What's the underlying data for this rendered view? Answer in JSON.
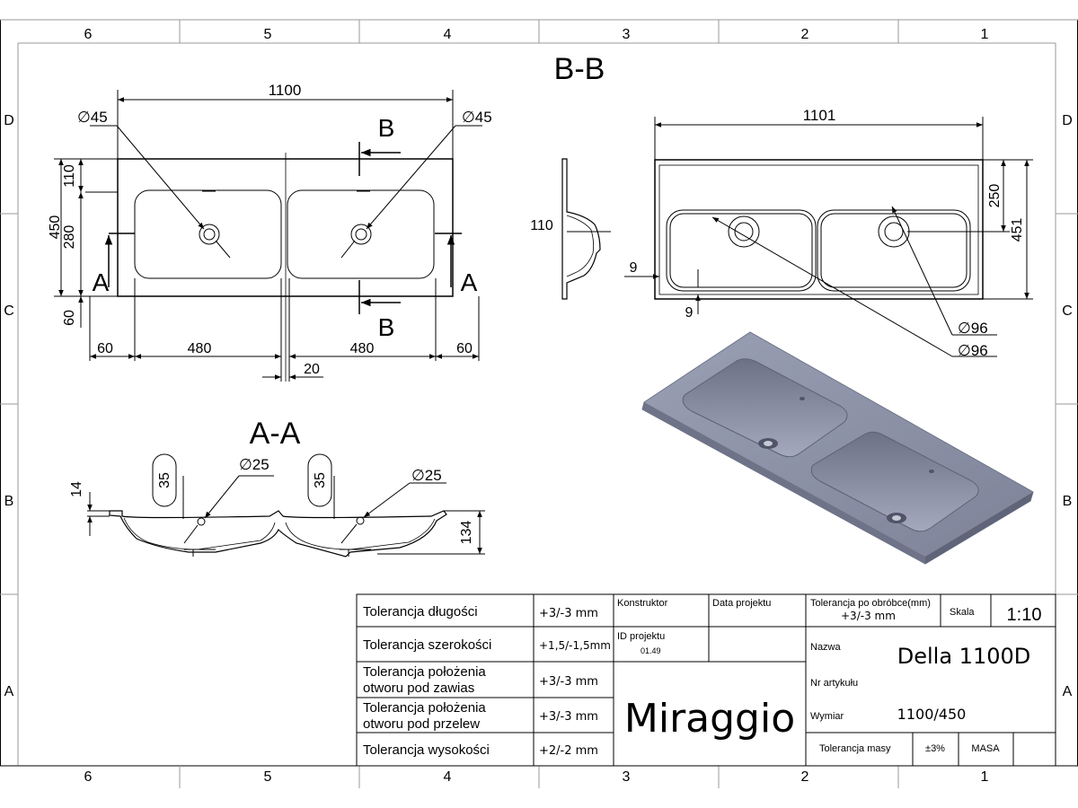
{
  "zones": {
    "columns": [
      "6",
      "5",
      "4",
      "3",
      "2",
      "1"
    ],
    "rows": [
      "D",
      "C",
      "B",
      "A"
    ]
  },
  "top_view": {
    "overall_width": "1100",
    "diameter_left": "∅45",
    "diameter_right": "∅45",
    "dim_110": "110",
    "dim_450": "450",
    "dim_280": "280",
    "dim_60": "60",
    "section_a_left": "A",
    "section_a_right": "A",
    "section_b_top": "B",
    "section_b_bottom": "B",
    "bottom_60_left": "60",
    "bottom_480_left": "480",
    "bottom_480_right": "480",
    "bottom_60_right": "60",
    "gap_20": "20"
  },
  "section_bb": {
    "title": "B-B",
    "dim_110": "110"
  },
  "bottom_view": {
    "overall_width": "1101",
    "dim_250": "250",
    "dim_451": "451",
    "dim_9_side": "9",
    "dim_9_bottom": "9",
    "diameter_96_a": "∅96",
    "diameter_96_b": "∅96"
  },
  "section_aa": {
    "title": "A-A",
    "dim_14": "14",
    "slot_35_left": "35",
    "slot_35_right": "35",
    "diameter_25_left": "∅25",
    "diameter_25_right": "∅25",
    "dim_134": "134"
  },
  "title_block": {
    "rows": [
      {
        "label": "Tolerancja długości",
        "value": "+3/-3 mm"
      },
      {
        "label": "Tolerancja szerokości",
        "value": "+1,5/-1,5mm"
      },
      {
        "label": "Tolerancja położenia",
        "label2": "otworu pod zawias",
        "value": "+3/-3 mm"
      },
      {
        "label": "Tolerancja położenia",
        "label2": "otworu pod przelew",
        "value": "+3/-3 mm"
      },
      {
        "label": "Tolerancja wysokości",
        "value": "+2/-2 mm"
      }
    ],
    "konstruktor": "Konstruktor",
    "data_projektu": "Data projektu",
    "id_projektu": "ID projektu",
    "id_value": "01.49",
    "brand": "Miraggio",
    "tol_obrobce": "Tolerancja po obróbce(mm)",
    "tol_obrobce_value": "+3/-3 mm",
    "skala_label": "Skala",
    "skala_value": "1:10",
    "nazwa_label": "Nazwa",
    "nazwa_value": "Della 1100D",
    "nr_artykulu_label": "Nr artykułu",
    "wymiar_label": "Wymiar",
    "wymiar_value": "1100/450",
    "tol_masy_label": "Tolerancja masy",
    "tol_masy_value": "±3%",
    "masa_label": "MASA"
  }
}
